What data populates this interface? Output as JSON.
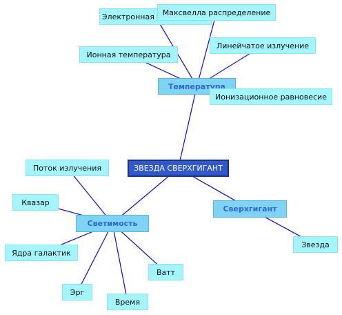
{
  "diagram": {
    "root": "ЗВЕЗДА СВЕРХГИГАНТ",
    "hubs": {
      "temperature": "Температура",
      "luminosity": "Светимость",
      "supergiant": "Сверхгигант"
    },
    "leaves": {
      "electron_temp": "Электронная температура",
      "maxwell": "Максвелла распределение",
      "ion_temp": "Ионная температура",
      "line_radiation": "Линейчатое излучение",
      "ionization": "Ионизационное равновесие",
      "radiation_flux": "Поток излучения",
      "quasar": "Квазар",
      "galaxy_nuclei": "Ядра галактик",
      "erg": "Эрг",
      "time": "Время",
      "watt": "Ватт",
      "star": "Звезда"
    },
    "edges": [
      [
        "root",
        "temperature"
      ],
      [
        "root",
        "luminosity"
      ],
      [
        "root",
        "supergiant"
      ],
      [
        "temperature",
        "electron_temp"
      ],
      [
        "temperature",
        "maxwell"
      ],
      [
        "temperature",
        "ion_temp"
      ],
      [
        "temperature",
        "line_radiation"
      ],
      [
        "temperature",
        "ionization"
      ],
      [
        "luminosity",
        "radiation_flux"
      ],
      [
        "luminosity",
        "quasar"
      ],
      [
        "luminosity",
        "galaxy_nuclei"
      ],
      [
        "luminosity",
        "erg"
      ],
      [
        "luminosity",
        "time"
      ],
      [
        "luminosity",
        "watt"
      ],
      [
        "supergiant",
        "star"
      ]
    ],
    "colors": {
      "edge": "#1a1acc",
      "leaf_fill": "#a4f5fb",
      "hub_fill": "#7fd3f5",
      "hub_text": "#2b66d8",
      "root_fill": "#3159c9"
    }
  }
}
